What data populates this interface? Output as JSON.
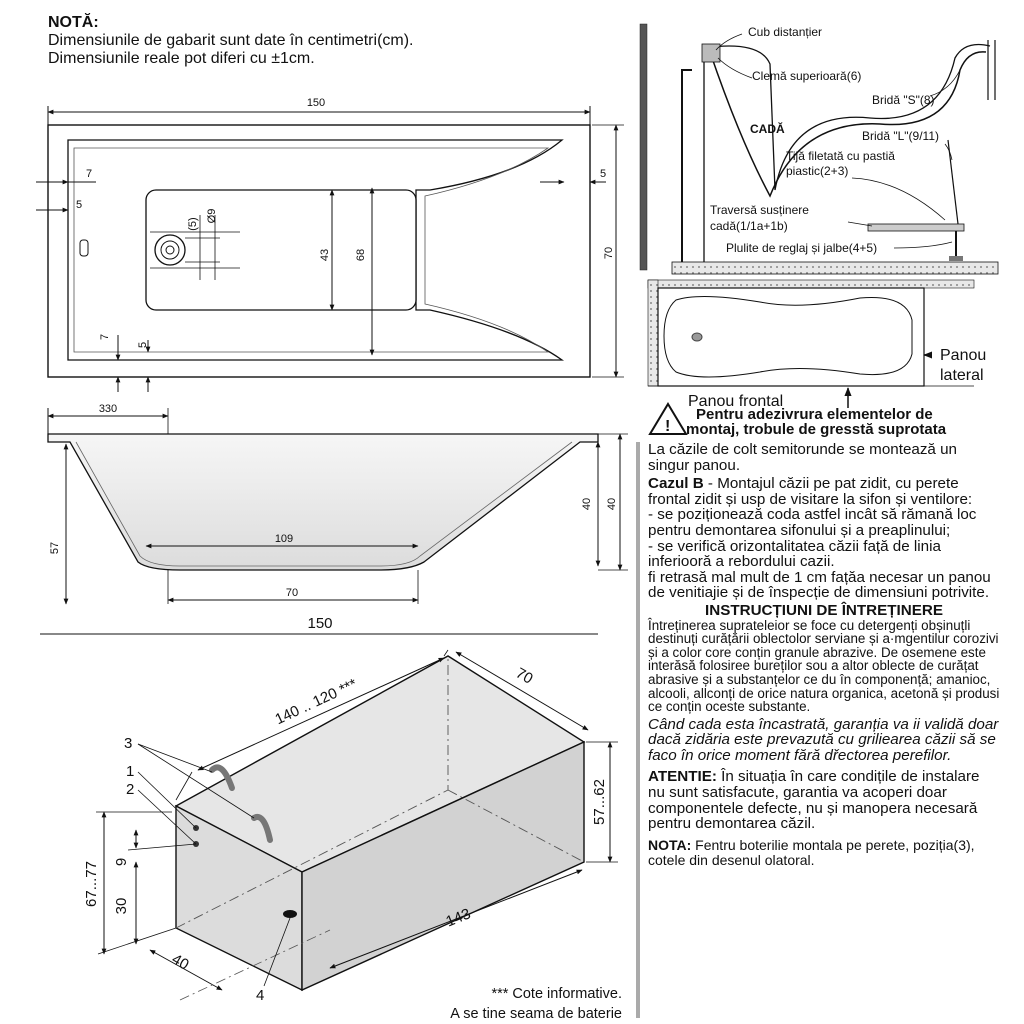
{
  "note": {
    "title": "NOTĂ:",
    "line1": "Dimensiunile de gabarit sunt date în centimetri(cm).",
    "line2": "Dimensiunile reale pot diferi cu ±1cm."
  },
  "top_view": {
    "length": "150",
    "width": "70",
    "inner_width": "68",
    "armrest_width": "43",
    "left_rim": "7",
    "left_rim_inner": "5",
    "right_rim": "5",
    "bottom_rim": "7",
    "bottom_rim_inner": "5",
    "drain_a": "(5)",
    "drain_b": "Ø9"
  },
  "side_view": {
    "top_offset": "330",
    "height_left": "57",
    "depth_inner": "40",
    "depth_outer": "40",
    "floor_length": "109",
    "drain_length": "70",
    "total_length": "150"
  },
  "installation": {
    "spacer": "Cub distanțier",
    "top_clamp": "Clemă superioară(6)",
    "s_bracket": "Bridă \"S\"(8)",
    "tub": "CADĂ",
    "l_bracket": "Bridă \"L\"(9/11)",
    "threaded_rod": "Tijă filetată cu pastiă",
    "threaded_rod2": "piastic(2+3)",
    "support_beam": "Traversă susținere",
    "support_beam2": "cadă(1/1a+1b)",
    "feet": "Plulite de reglaj și jalbe(4+5)"
  },
  "panels": {
    "side": "Panou",
    "side2": "lateral",
    "front": "Panou frontal"
  },
  "iso_view": {
    "length_range": "140 .. 120 ***",
    "width": "70",
    "height_range": "57...62",
    "total_height": "67...77",
    "height_9": "9",
    "height_30": "30",
    "depth_40": "40",
    "length_143": "143",
    "callout_1": "1",
    "callout_2": "2",
    "callout_3": "3",
    "callout_4": "4"
  },
  "right_text": {
    "warning": "Pentru adezivrura elementelor de montaj, trobule de gresstă suprotata",
    "corner": "La căzile de colt semitorunde se montează un singur panou.",
    "case_b_label": "Cazul B",
    "case_b": " - Montajul căzii pe pat zidit, cu perete frontal zidit și usp de visitare la sifon și ventilore:",
    "bullet1": "- se poziționează coda astfel incât să rămană loc pentru demontarea sifonului și a preaplinului;",
    "bullet2": "- se verifică orizontalitatea căzii față de linia inferioоră a rebordului cazii.",
    "retracted": "fi retrasă mal mult de 1 cm fațăa necesar un panou de venitiajie și de înspecție de dimensiuni potrivite.",
    "maint_title": "INSTRUCȚIUNI DE ÎNTREȚINERE",
    "maint_text": "Întreținerea suprateleior se foce cu detergenți obșinuțli destinuți curățării oblectolor serviane și a·mgentilur corozivi și a color core conțin granule abrazive. De osemene este interăsă folosiree bureților sou a altor oblecte de curățat abrasive și a substanțelor ce du în componență; amanioc, alcooli, allconți de orice natura organica, acetonă și produsi ce conțin oceste substante.",
    "warranty": "Când cada esta încastrată, garanția va ii validă doar dacă zidăria este prevazută cu grilieareа căzii să se faco în orice moment fără dřectorea perefilor.",
    "atentie_label": "ATENTIE:",
    "atentie": " În situația în care condițile de instalare nu sunt satisfacute, garantia va acoperi doar componentele defecte, nu și manopera necesară pentru demontarea căzil.",
    "nota_label": "NOTA:",
    "nota": " Fentru boterilie montala pe perete, poziția(3), cotele din desenul olatoral."
  },
  "footnote": {
    "line1": "*** Cote informative.",
    "line2": "A se tine seama de baterie"
  }
}
